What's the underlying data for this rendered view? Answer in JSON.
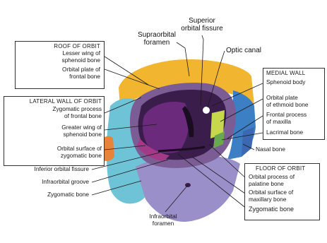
{
  "colors": {
    "roof": "#f1b52f",
    "medial": "#3d7fc4",
    "floor": "#9a8fc9",
    "zygomatic": "#6fc3d6",
    "greater_wing": "#4a1f5c",
    "orbital_surface_zygomatic": "#8a2f6e",
    "frontal_process_zygomatic": "#e8843a",
    "ethmoid": "#c7d94a",
    "lacrimal": "#6aa84f",
    "nasal": "#3b67b3",
    "leader": "#1a1a1a"
  },
  "labels": {
    "supraorbital_foramen": [
      "Supraorbital",
      "foramen"
    ],
    "superior_orbital_fissure": [
      "Superior",
      "orbital fissure"
    ],
    "optic_canal": "Optic canal",
    "roof_heading": "ROOF OF ORBIT",
    "lesser_wing": [
      "Lesser wing of",
      "sphenoid bone"
    ],
    "orbital_plate_frontal": [
      "Orbital plate of",
      "frontal bone"
    ],
    "lateral_heading": "LATERAL WALL OF ORBIT",
    "zygomatic_process": [
      "Zygomatic process",
      "of frontal bone"
    ],
    "greater_wing": [
      "Greater wing of",
      "sphenoid bone"
    ],
    "orbital_surface_zygomatic": [
      "Orbital surface of",
      "zygomatic bone"
    ],
    "inferior_orbital_fissure": "Inferior orbital fissure",
    "infraorbital_groove": "Infraorbital groove",
    "zygomatic_bone": "Zygomatic bone",
    "infraorbital_foramen": [
      "Infraorbital",
      "foramen"
    ],
    "medial_heading": "MEDIAL WALL",
    "sphenoid_body": "Sphenoid body",
    "orbital_plate_ethmoid": [
      "Orbital plate",
      "of ethmoid bone"
    ],
    "frontal_process_maxilla": [
      "Frontal process",
      "of maxilla"
    ],
    "lacrimal_bone": "Lacrimal bone",
    "nasal_bone": "Nasal bone",
    "floor_heading": "FLOOR OF ORBIT",
    "orbital_process_palatine": [
      "Orbital process of",
      "palatine bone"
    ],
    "orbital_surface_maxillary": [
      "Orbital surface of",
      "maxillary bone"
    ],
    "zygomatic_bone_floor": "Zygomatic bone"
  }
}
